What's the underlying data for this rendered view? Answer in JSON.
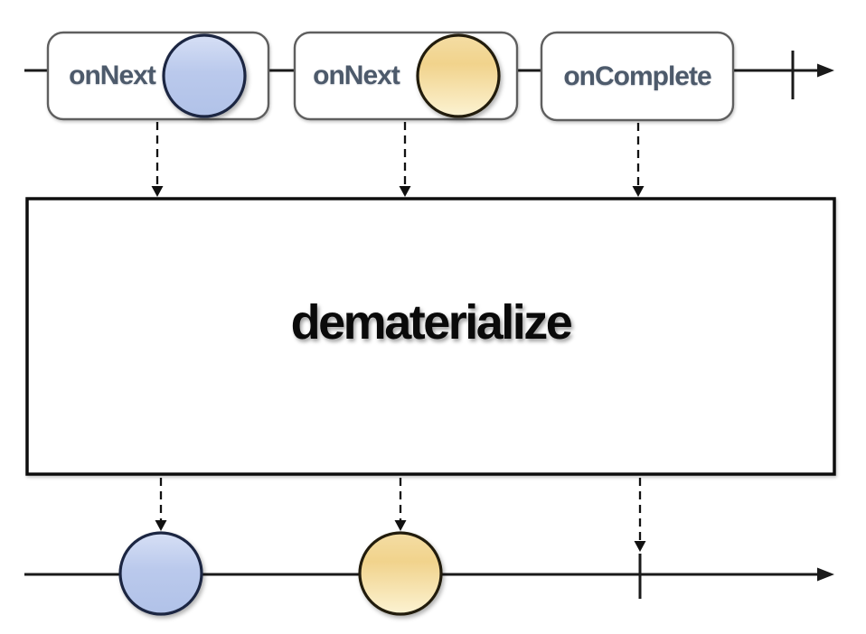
{
  "operator": {
    "label": "dematerialize"
  },
  "input_stream": {
    "description": "source observable of notification objects",
    "events": [
      {
        "type": "notification",
        "label": "onNext",
        "marble_color": "blue"
      },
      {
        "type": "notification",
        "label": "onNext",
        "marble_color": "yellow"
      },
      {
        "type": "notification",
        "label": "onComplete",
        "marble_color": "none"
      }
    ],
    "terminator": "complete-tick-then-arrow"
  },
  "output_stream": {
    "description": "dematerialized observable of plain values",
    "events": [
      {
        "type": "next",
        "marble_color": "blue"
      },
      {
        "type": "next",
        "marble_color": "yellow"
      },
      {
        "type": "complete",
        "marble_color": "none"
      }
    ],
    "terminator": "complete-tick-then-arrow"
  },
  "colors": {
    "background": "#ffffff",
    "stroke": "#1a1a1a",
    "box_border": "#5f5f5f",
    "label_text": "#4d5a6b",
    "operator_text": "#0a0a0a",
    "marble_blue_light": "#d4def4",
    "marble_blue_dark": "#b1c2e8",
    "marble_blue_border": "#1c2742",
    "marble_yellow_dark": "#f2d48e",
    "marble_yellow_light": "#fbf1ce",
    "marble_yellow_border": "#221c08"
  }
}
